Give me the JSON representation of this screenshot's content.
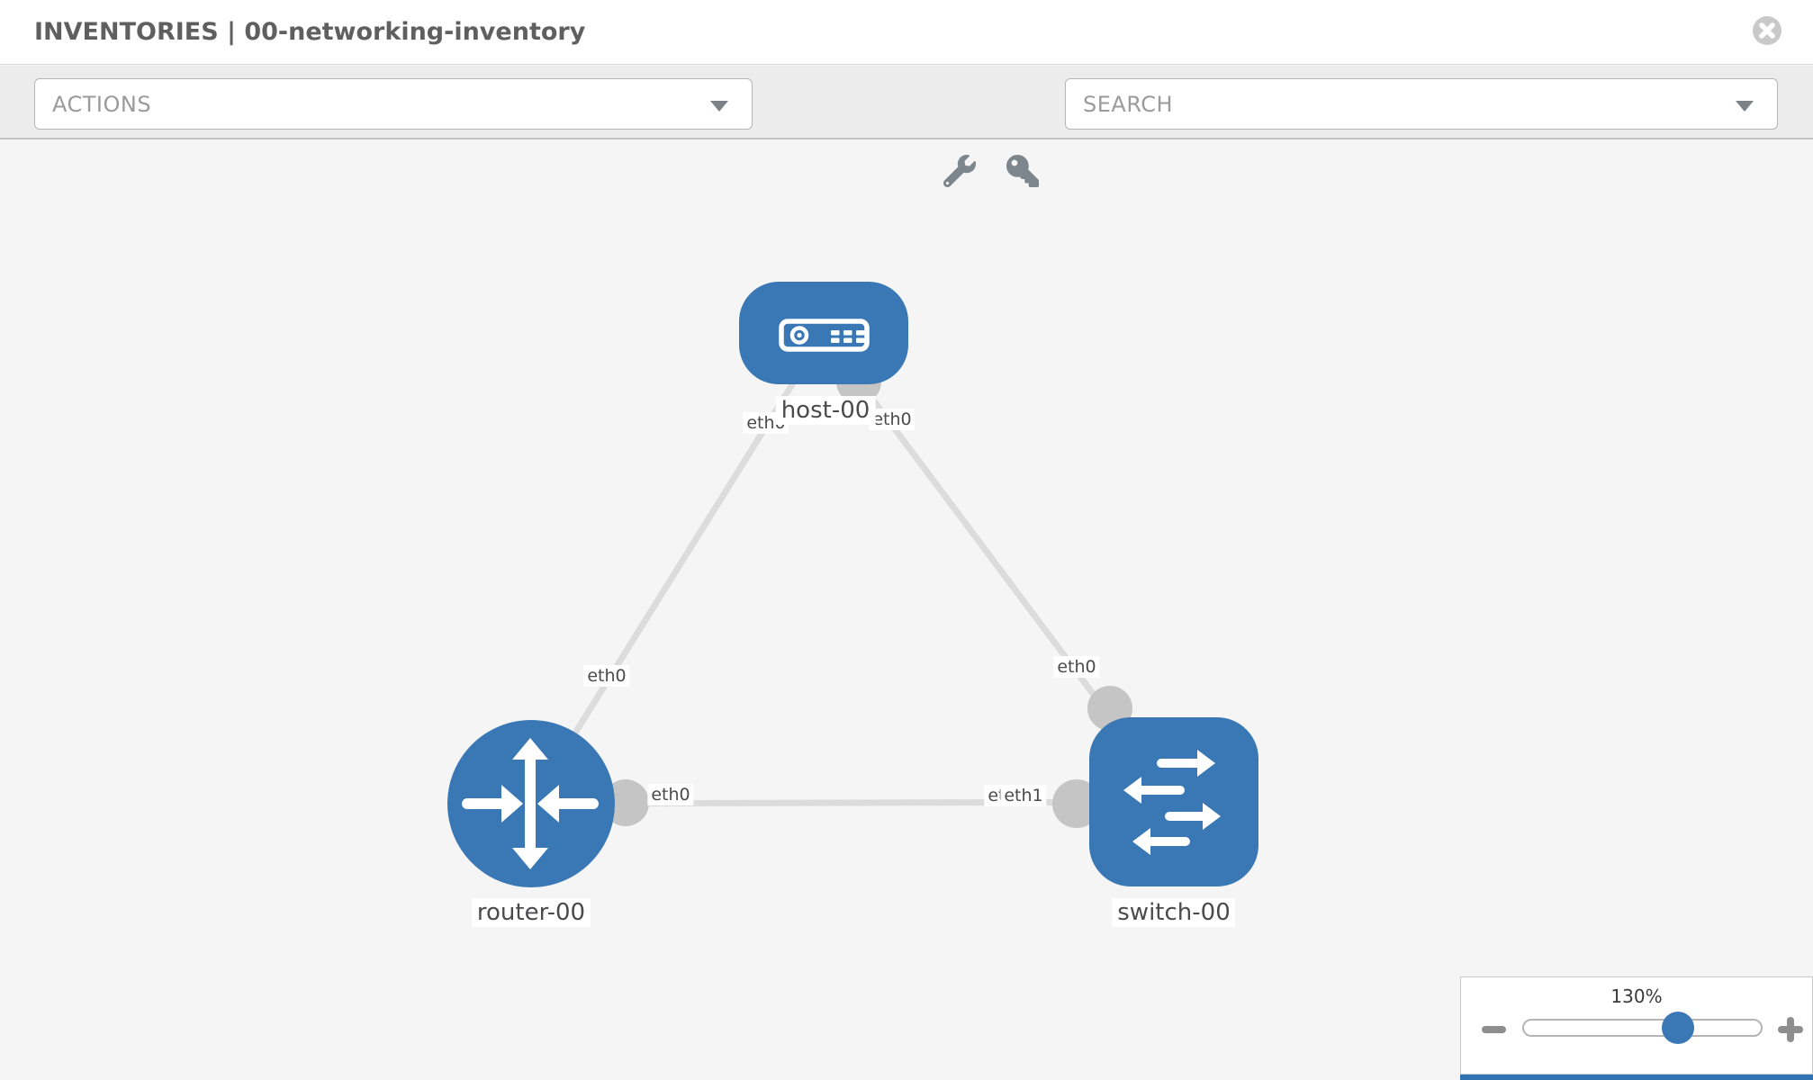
{
  "header": {
    "title": "INVENTORIES | 00-networking-inventory"
  },
  "toolbar": {
    "actions_label": "ACTIONS",
    "search_label": "SEARCH"
  },
  "topology": {
    "nodes": [
      {
        "label": "host-00",
        "type": "host"
      },
      {
        "label": "router-00",
        "type": "router"
      },
      {
        "label": "switch-00",
        "type": "switch"
      }
    ],
    "links": [
      {
        "from": "host-00",
        "from_iface": "eth0",
        "to": "router-00",
        "to_iface": "eth0"
      },
      {
        "from": "host-00",
        "from_iface": "eth0",
        "to": "switch-00",
        "to_iface": "eth0"
      },
      {
        "from": "router-00",
        "from_iface": "eth0",
        "to": "switch-00",
        "to_iface": "eth1"
      }
    ]
  },
  "zoom_control": {
    "level": "130%"
  },
  "colors": {
    "node_blue": "#3a78b5",
    "link_gray": "#dcdcdc",
    "connector_gray": "#c5c5c5",
    "icon_gray": "#7e868d",
    "close_gray": "#c9c9c9"
  }
}
